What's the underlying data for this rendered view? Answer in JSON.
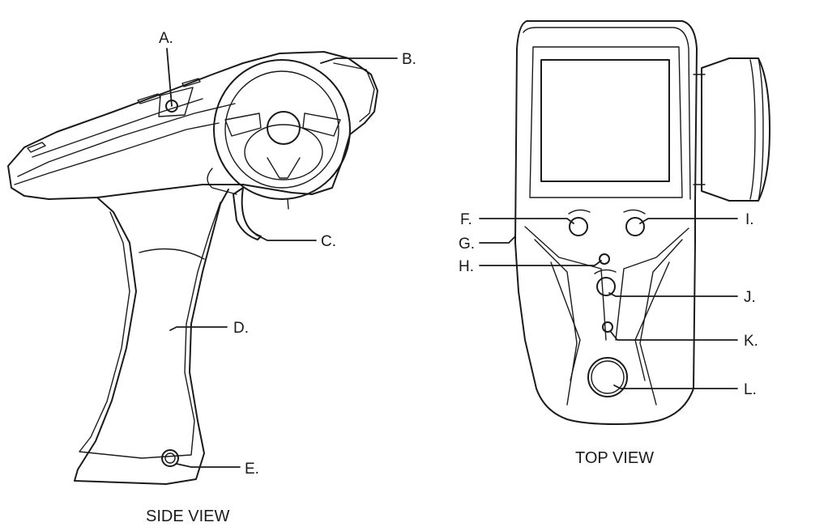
{
  "side_view": {
    "caption": "SIDE VIEW",
    "callouts": {
      "a": "A.",
      "b": "B.",
      "c": "C.",
      "d": "D.",
      "e": "E."
    }
  },
  "top_view": {
    "caption": "TOP VIEW",
    "callouts": {
      "f": "F.",
      "g": "G.",
      "h": "H.",
      "i": "I.",
      "j": "J.",
      "k": "K.",
      "l": "L."
    }
  }
}
